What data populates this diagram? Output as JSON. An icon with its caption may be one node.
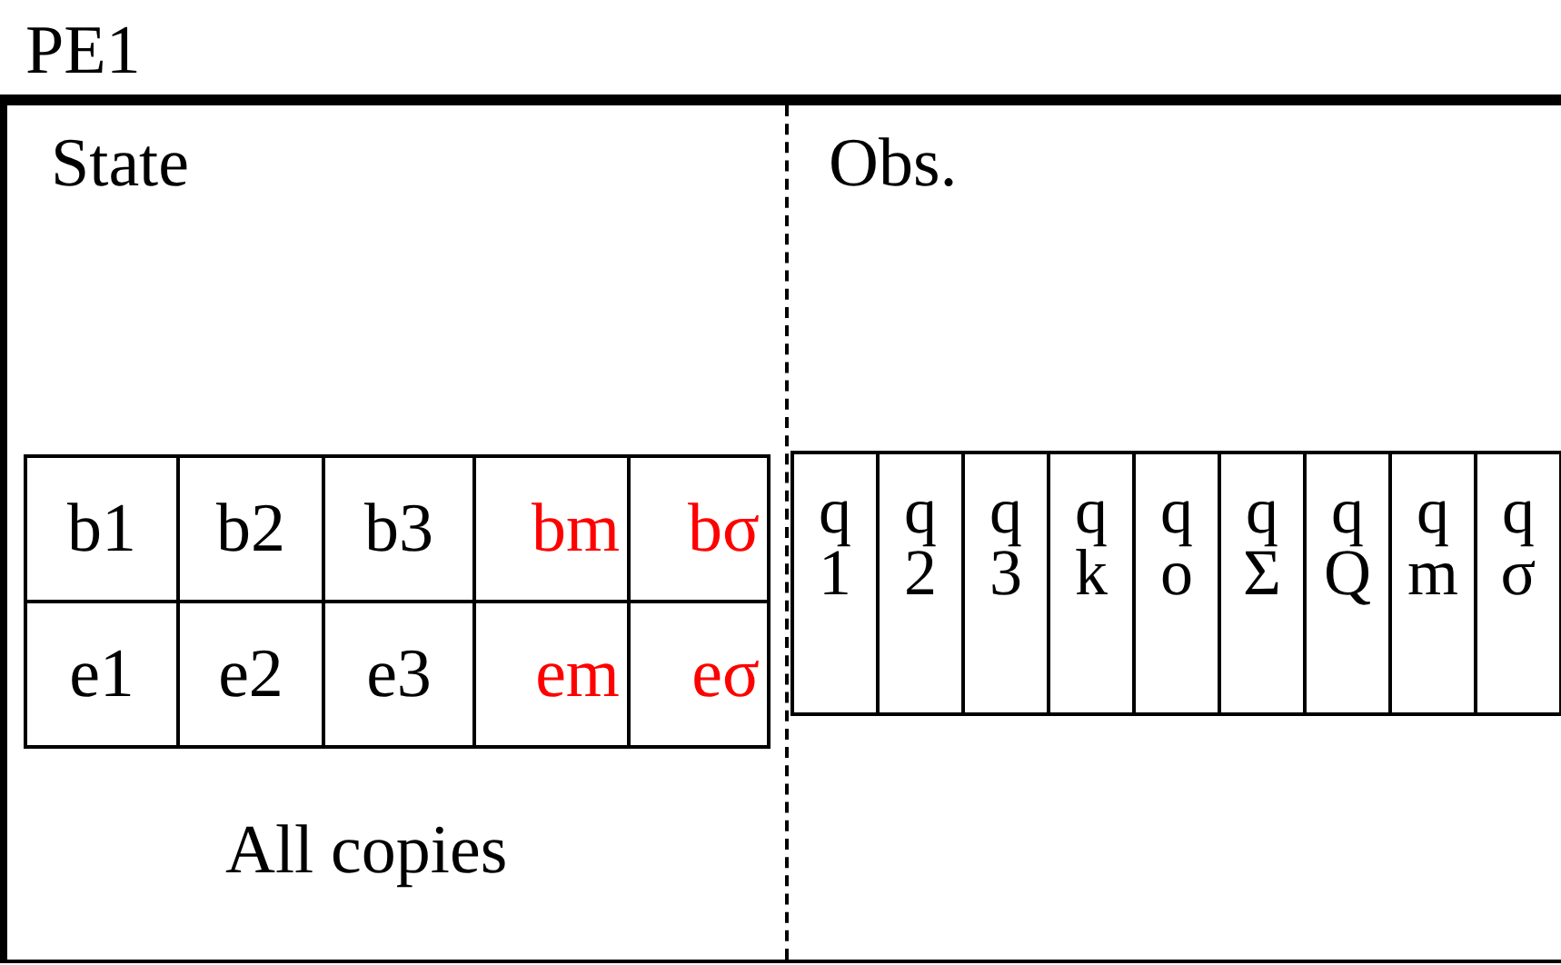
{
  "diagram": {
    "nodes": [
      {
        "text": [
          "PE1"
        ]
      },
      {
        "text": [
          "State",
          "All copies"
        ],
        "in": 0
      },
      {
        "text": [
          "Obs."
        ],
        "in": 0
      }
    ],
    "labels": [
      "b1",
      "b2",
      "b3",
      "bm",
      "bσ",
      "e1",
      "e2",
      "e3",
      "em",
      "eσ",
      "q 1",
      "q 2",
      "q 3",
      "q k",
      "q o",
      "q Σ",
      "q Q",
      "q m",
      "q σ"
    ]
  }
}
